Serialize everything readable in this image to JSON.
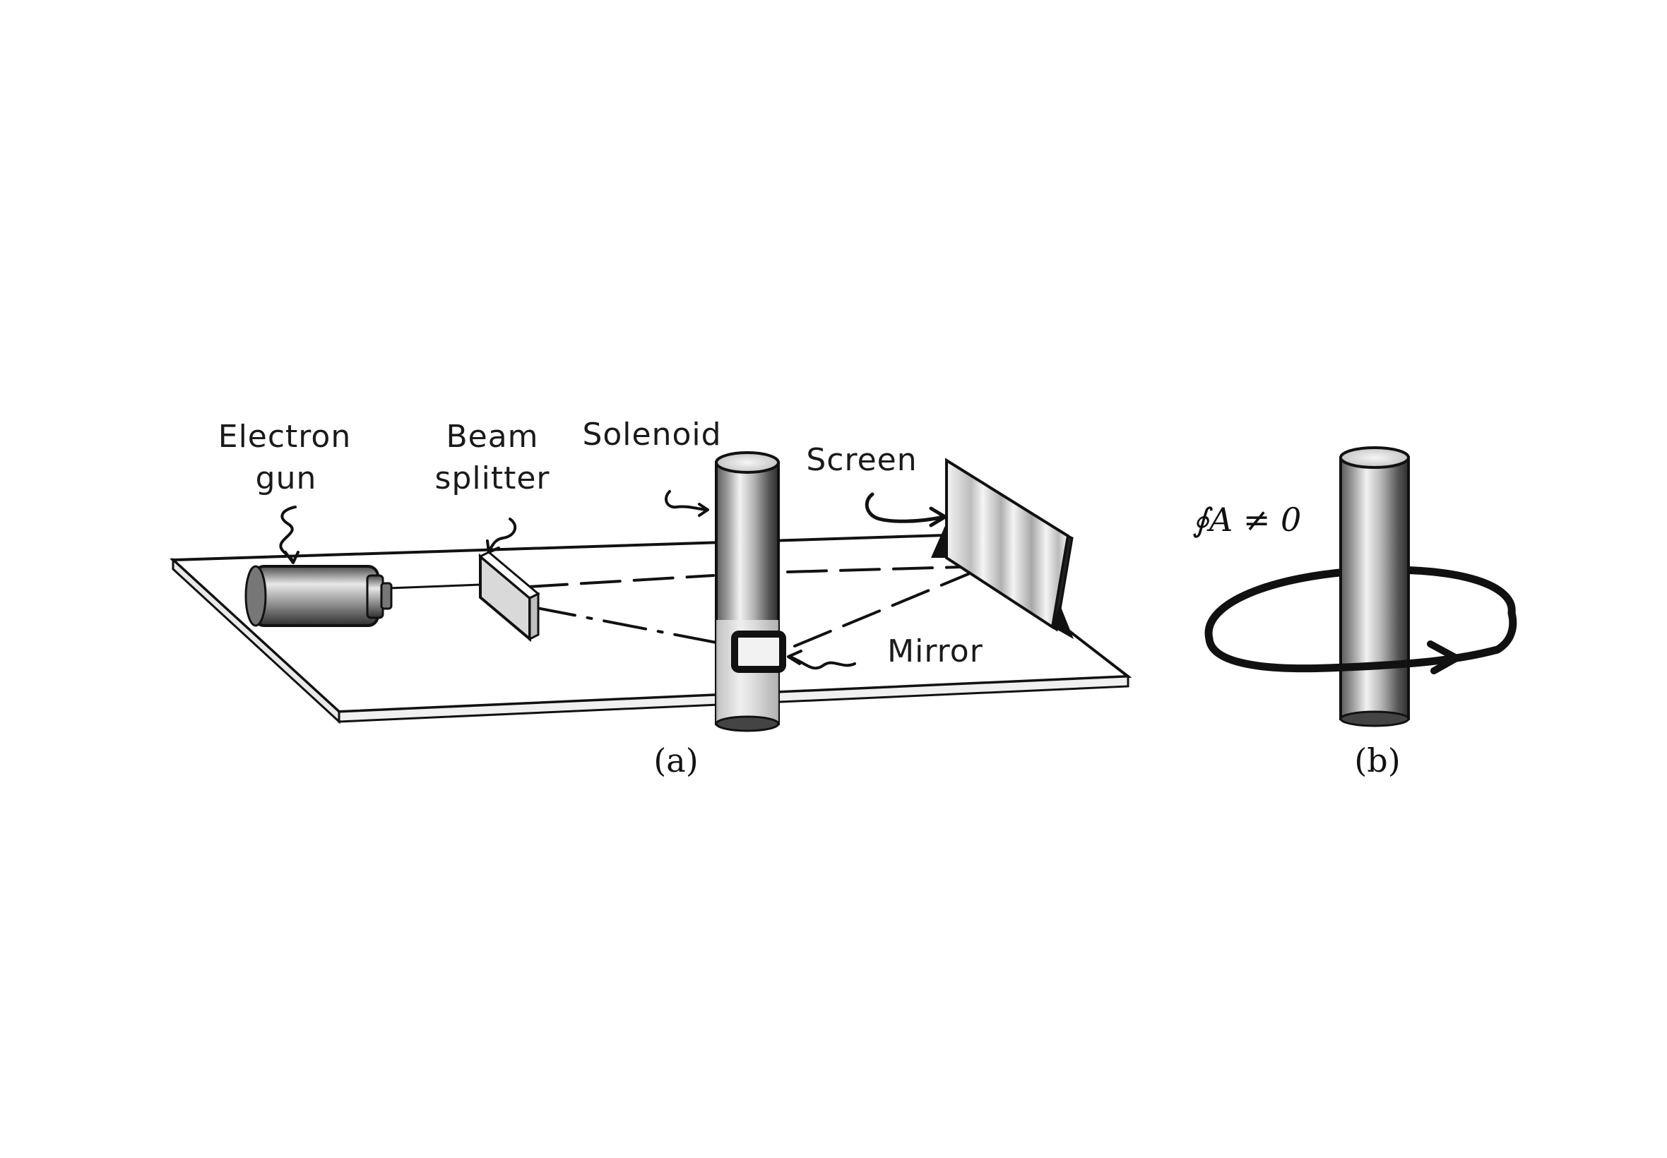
{
  "panel_a": {
    "labels": {
      "electron_gun_line1": "Electron",
      "electron_gun_line2": "gun",
      "beam_splitter_line1": "Beam",
      "beam_splitter_line2": "splitter",
      "solenoid": "Solenoid",
      "screen": "Screen",
      "mirror": "Mirror"
    },
    "caption": "(a)"
  },
  "panel_b": {
    "formula": "∮A ≠ 0",
    "caption": "(b)"
  },
  "colors": {
    "ink": "#111111",
    "background": "#ffffff",
    "metal_light": "#e6e6e6",
    "metal_dark": "#3a3a3a"
  }
}
